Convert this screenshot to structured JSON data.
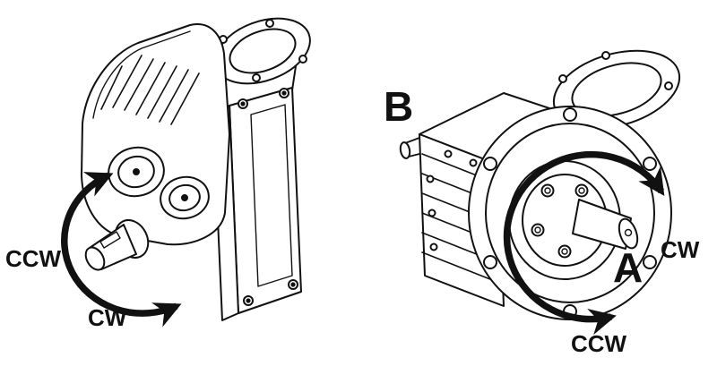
{
  "diagram": {
    "background_color": "#ffffff",
    "line_color": "#111111",
    "left_unit": {
      "labels": {
        "ccw": "CCW",
        "cw": "CW"
      }
    },
    "right_unit": {
      "labels": {
        "b": "B",
        "a": "A",
        "cw": "CW",
        "ccw": "CCW"
      }
    }
  }
}
